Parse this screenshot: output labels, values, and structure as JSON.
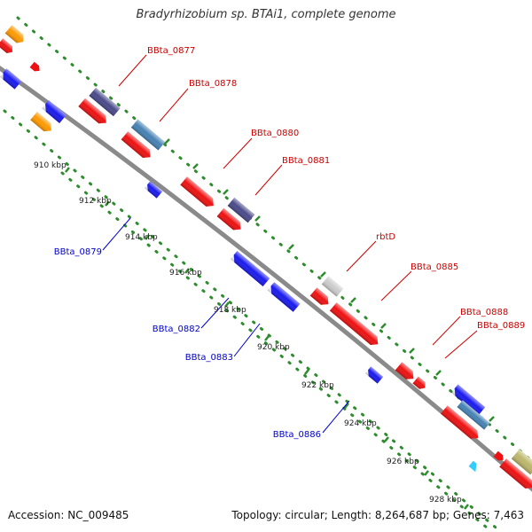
{
  "title": "Bradyrhizobium sp. BTAi1, complete genome",
  "footer": {
    "accession": "Accession: NC_009485",
    "topology": "Topology: circular; Length: 8,264,687 bp; Genes: 7,463"
  },
  "colors": {
    "backbone": "#8a8a8a",
    "ruler": "#2e8b2e",
    "upper_label": "#cc0000",
    "lower_label": "#0000cc",
    "red": "#ee1111",
    "blue": "#1a1aee",
    "orange": "#ff9900",
    "gray": "#cccccc",
    "slate": "#4a4a8a",
    "steel": "#4682b4",
    "cyan": "#33ccff",
    "khaki": "#bdb76b"
  },
  "kbp_ticks": [
    "910 kbp",
    "912 kbp",
    "914 kbp",
    "916 kbp",
    "918 kbp",
    "920 kbp",
    "922 kbp",
    "924 kbp",
    "926 kbp",
    "928 kbp"
  ],
  "upper_labels": [
    "BBta_0877",
    "BBta_0878",
    "BBta_0880",
    "BBta_0881",
    "rbtD",
    "BBta_0885",
    "BBta_0888",
    "BBta_0889"
  ],
  "lower_labels": [
    "BBta_0879",
    "BBta_0882",
    "BBta_0883",
    "BBta_0886"
  ]
}
